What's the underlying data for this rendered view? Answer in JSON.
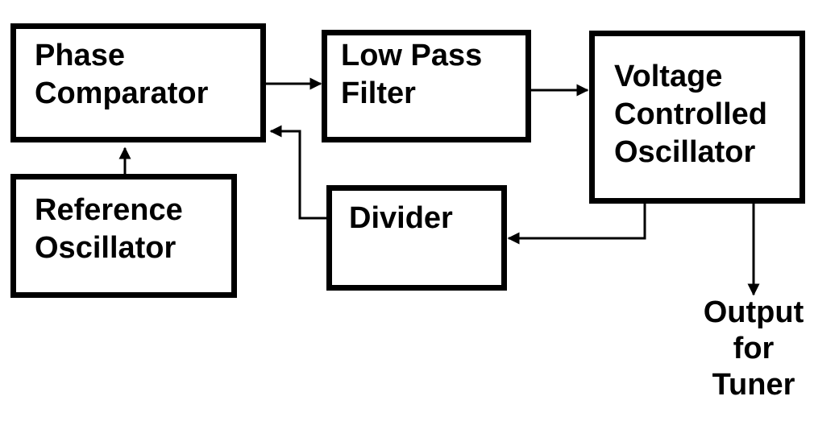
{
  "blocks": {
    "phase_comparator": {
      "line1": "Phase",
      "line2": "Comparator"
    },
    "low_pass_filter": {
      "line1": "Low Pass",
      "line2": "Filter"
    },
    "vco": {
      "line1": "Voltage",
      "line2": "Controlled",
      "line3": "Oscillator"
    },
    "reference_oscillator": {
      "line1": "Reference",
      "line2": "Oscillator"
    },
    "divider": {
      "line1": "Divider"
    }
  },
  "output": {
    "line1": "Output",
    "line2": "for",
    "line3": "Tuner"
  },
  "colors": {
    "stroke": "#000000",
    "background": "#ffffff"
  }
}
